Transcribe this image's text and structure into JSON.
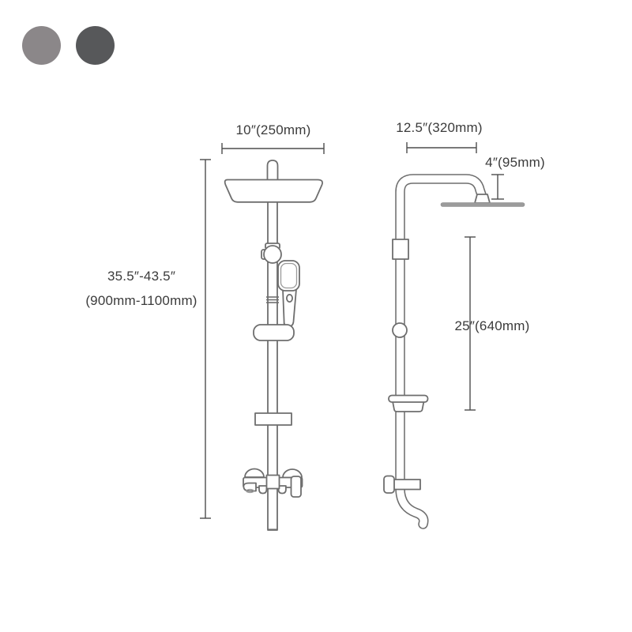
{
  "product_options": {
    "swatches": [
      {
        "name": "gray",
        "color": "#8b8789"
      },
      {
        "name": "dark-gray",
        "color": "#57585a"
      }
    ]
  },
  "diagram": {
    "front_view": {
      "width_label": "10″(250mm)",
      "height_label_line1": "35.5″-43.5″",
      "height_label_line2": "(900mm-1100mm)"
    },
    "side_view": {
      "width_label": "12.5″(320mm)",
      "head_offset_label": "4″(95mm)",
      "spout_to_head_label": "25″(640mm)"
    },
    "colors": {
      "line": "#6e6e6e",
      "dimension": "#4d4d4d",
      "label_text": "#3b3b3b",
      "head_fill": "#9b9b9b"
    }
  }
}
